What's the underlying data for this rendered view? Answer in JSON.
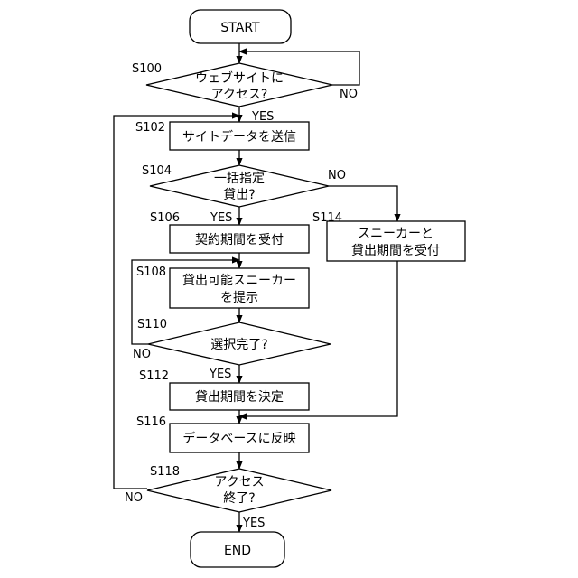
{
  "nodes": {
    "start": "START",
    "s100": [
      "ウェブサイトに",
      "アクセス?"
    ],
    "s102": "サイトデータを送信",
    "s104": [
      "一括指定",
      "貸出?"
    ],
    "s106": "契約期間を受付",
    "s108": [
      "貸出可能スニーカー",
      "を提示"
    ],
    "s110": "選択完了?",
    "s112": "貸出期間を決定",
    "s114": [
      "スニーカーと",
      "貸出期間を受付"
    ],
    "s116": "データベースに反映",
    "s118": [
      "アクセス",
      "終了?"
    ],
    "end": "END"
  },
  "steps": {
    "s100": "S100",
    "s102": "S102",
    "s104": "S104",
    "s106": "S106",
    "s108": "S108",
    "s110": "S110",
    "s112": "S112",
    "s114": "S114",
    "s116": "S116",
    "s118": "S118"
  },
  "branches": {
    "s100_no": "NO",
    "s100_yes": "YES",
    "s104_no": "NO",
    "s104_yes": "YES",
    "s110_no": "NO",
    "s110_yes": "YES",
    "s118_no": "NO",
    "s118_yes": "YES"
  }
}
